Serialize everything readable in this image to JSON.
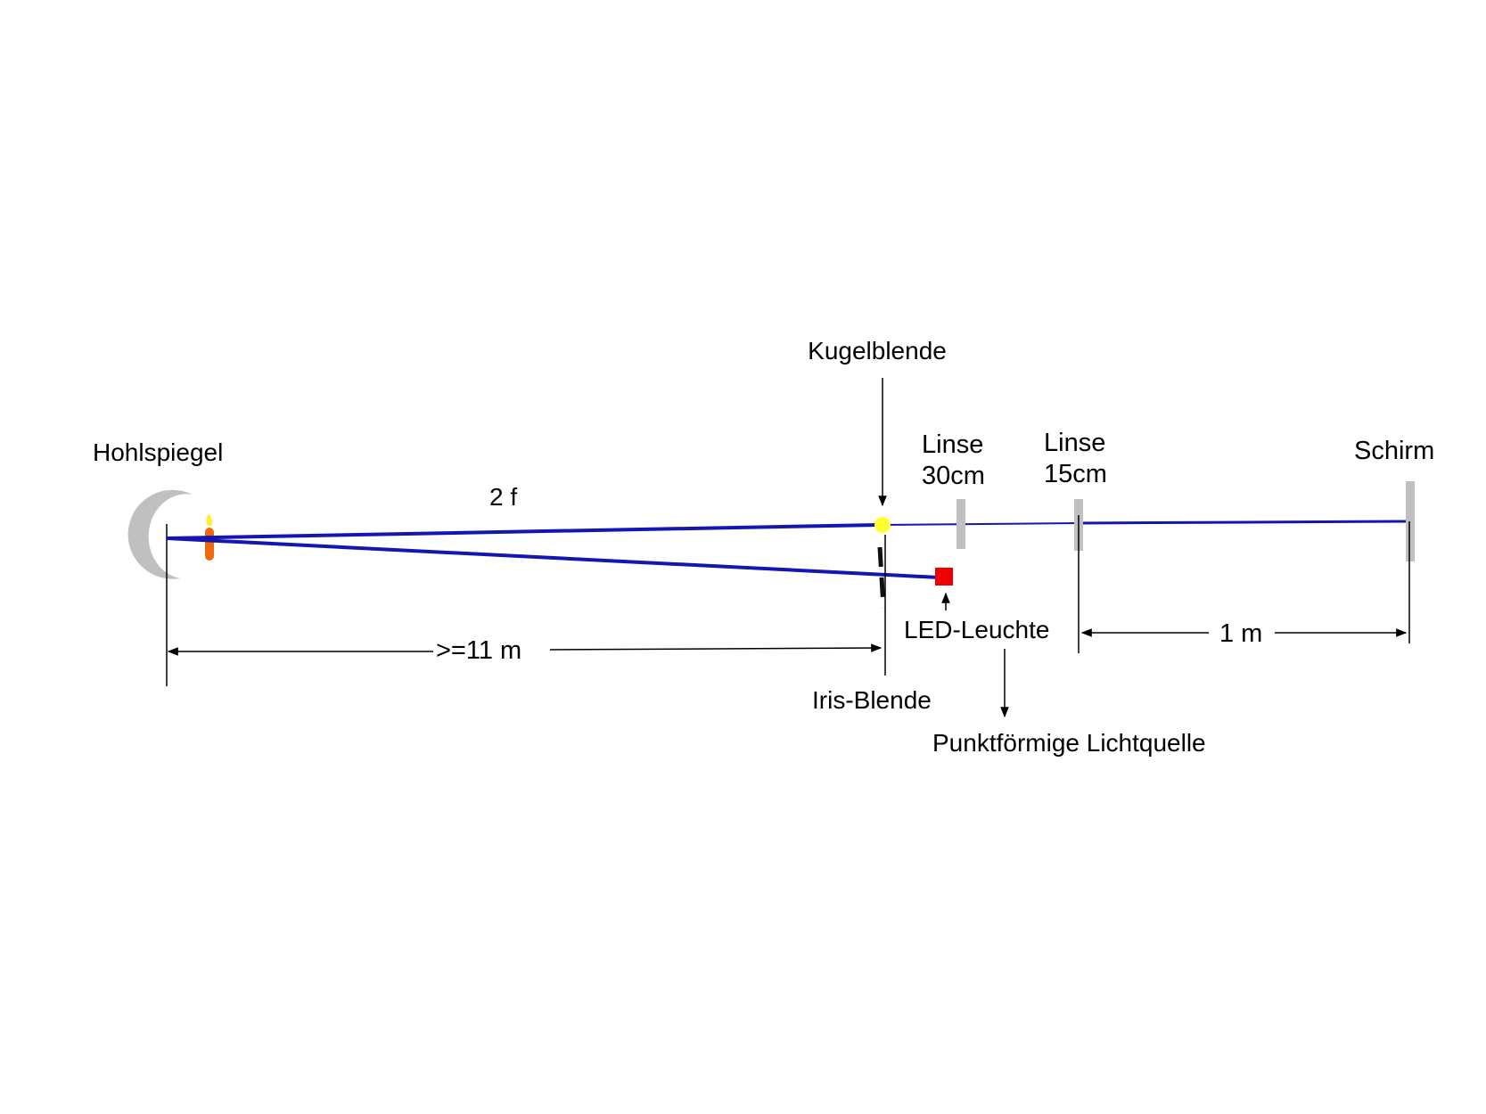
{
  "labels": {
    "kugelblende": "Kugelblende",
    "hohlspiegel": "Hohlspiegel",
    "two_f": "2 f",
    "linse_30_line1": "Linse",
    "linse_30_line2": "30cm",
    "linse_15_line1": "Linse",
    "linse_15_line2": "15cm",
    "schirm": "Schirm",
    "led_leuchte": "LED-Leuchte",
    "distance_11m": ">=11 m",
    "distance_1m": "1 m",
    "iris_blende": "Iris-Blende",
    "punktfoermige_lichtquelle": "Punktförmige Lichtquelle"
  },
  "colors": {
    "beam": "#1515b0",
    "mirror": "#c0c0c0",
    "lens": "#c0c0c0",
    "screen": "#c0c0c0",
    "led": "#ee0000",
    "sphere_aperture": "#ffff33",
    "candle_body": "#ee6a10",
    "candle_flame": "#ffee33",
    "iris": "#111111",
    "line": "#000000",
    "background": "#ffffff"
  }
}
